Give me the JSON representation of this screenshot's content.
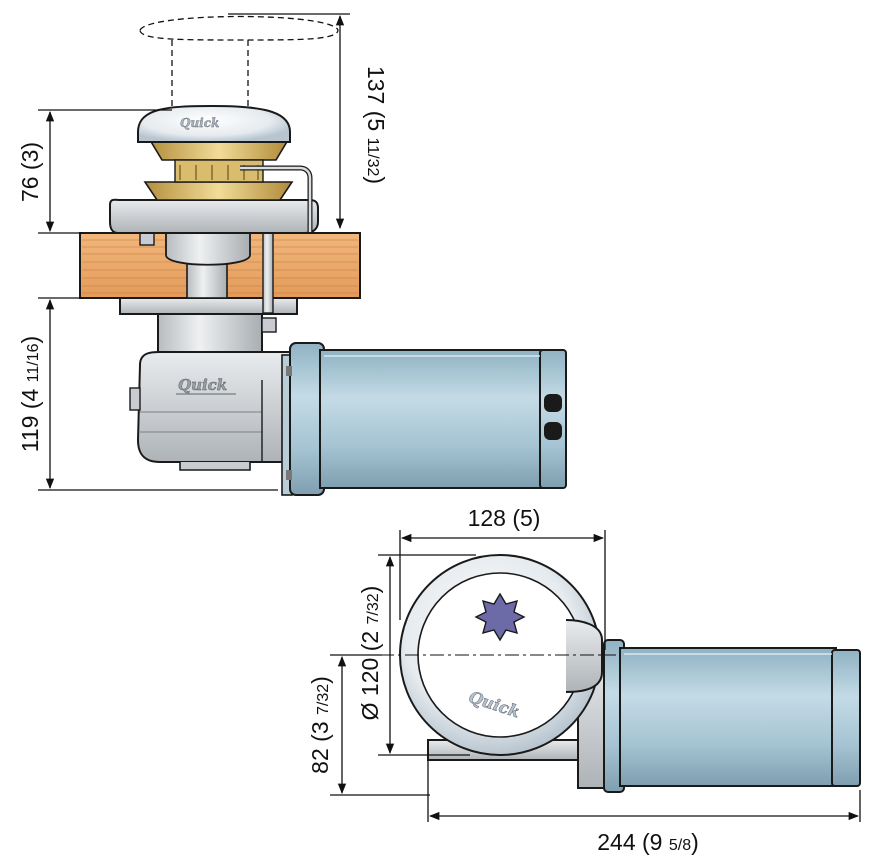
{
  "drawing": {
    "title": "Windlass dimensional drawing",
    "brand": "Quick",
    "colors": {
      "motor": "#a9c6d4",
      "motor_dark": "#7fa3b5",
      "steel": "#d3d6d8",
      "steel_dark": "#9ea3a7",
      "deck_wood": "#eba86a",
      "brass": "#d9bd6c",
      "outline": "#1a1a1a"
    }
  },
  "dimensions": {
    "side_view": {
      "upper_height": {
        "main": "137 (5 ",
        "frac": "11/32",
        "close": ")"
      },
      "above_deck": {
        "main": "76 (3)"
      },
      "below_deck": {
        "main": "119 (4 ",
        "frac": "11/16",
        "close": ")"
      }
    },
    "top_view": {
      "width": {
        "main": "128 (5)"
      },
      "diameter": {
        "main": "Ø 120 (2 ",
        "frac": "7/32",
        "close": ")"
      },
      "offset": {
        "main": "82 (3 ",
        "frac": "7/32",
        "close": ")"
      },
      "overall_length": {
        "main": "244 (9 ",
        "frac": "5/8",
        "close": ")"
      }
    }
  }
}
